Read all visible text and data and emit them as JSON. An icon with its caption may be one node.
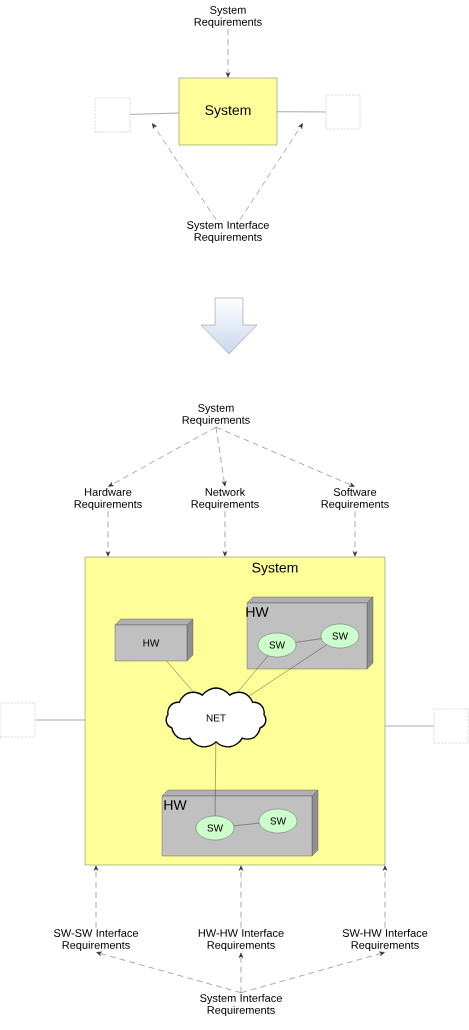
{
  "diagram": {
    "nodes": [
      {
        "text": [
          "System Requirements"
        ]
      },
      {
        "text": [
          "System"
        ]
      },
      {
        "text": [],
        "shape": "box"
      },
      {
        "text": [],
        "shape": "box"
      },
      {
        "text": [
          "System Interface Requirements"
        ]
      },
      {
        "text": [
          "System Requirements"
        ]
      },
      {
        "text": [
          "Hardware Requirements"
        ]
      },
      {
        "text": [
          "Network Requirements"
        ]
      },
      {
        "text": [
          "Software Requirements"
        ]
      },
      {
        "text": [
          "System"
        ]
      },
      {
        "text": [
          "HW"
        ],
        "in": 9
      },
      {
        "text": [
          "HW"
        ],
        "in": 9
      },
      {
        "text": [
          "SW"
        ],
        "in": 11
      },
      {
        "text": [
          "SW"
        ],
        "in": 11
      },
      {
        "text": [
          "NET"
        ],
        "in": 9
      },
      {
        "text": [
          "HW"
        ],
        "in": 9
      },
      {
        "text": [
          "SW"
        ],
        "in": 15
      },
      {
        "text": [
          "SW"
        ],
        "in": 15
      },
      {
        "text": [],
        "shape": "box"
      },
      {
        "text": [],
        "shape": "box"
      },
      {
        "text": [
          "SW-SW Interface Requirements"
        ]
      },
      {
        "text": [
          "HW-HW Interface Requirements"
        ]
      },
      {
        "text": [
          "SW-HW Interface Requirements"
        ]
      },
      {
        "text": [
          "System Interface Requirements"
        ]
      }
    ],
    "edges": [
      {
        "from": 0,
        "to": 1,
        "arrow": "to",
        "style": "dashed"
      },
      {
        "from": 1,
        "to": 2,
        "arrow": "none"
      },
      {
        "from": 1,
        "to": 3,
        "arrow": "none"
      },
      {
        "from": 4,
        "to": null,
        "arrow": "to",
        "style": "dashed"
      },
      {
        "from": 4,
        "to": null,
        "arrow": "to",
        "style": "dashed"
      },
      {
        "from": 5,
        "to": 6,
        "arrow": "to",
        "style": "dashed"
      },
      {
        "from": 5,
        "to": 7,
        "arrow": "to",
        "style": "dashed"
      },
      {
        "from": 5,
        "to": 8,
        "arrow": "to",
        "style": "dashed"
      },
      {
        "from": 6,
        "to": 9,
        "arrow": "to",
        "style": "dashed"
      },
      {
        "from": 7,
        "to": 9,
        "arrow": "to",
        "style": "dashed"
      },
      {
        "from": 8,
        "to": 9,
        "arrow": "to",
        "style": "dashed"
      },
      {
        "from": 10,
        "to": 14,
        "arrow": "none"
      },
      {
        "from": 12,
        "to": 13,
        "arrow": "none"
      },
      {
        "from": 12,
        "to": 14,
        "arrow": "none"
      },
      {
        "from": 13,
        "to": 14,
        "arrow": "none"
      },
      {
        "from": 14,
        "to": 16,
        "arrow": "none"
      },
      {
        "from": 16,
        "to": 17,
        "arrow": "none"
      },
      {
        "from": 18,
        "to": 9,
        "arrow": "none"
      },
      {
        "from": 9,
        "to": 19,
        "arrow": "none"
      },
      {
        "from": 20,
        "to": 9,
        "arrow": "to",
        "style": "dashed"
      },
      {
        "from": 21,
        "to": 9,
        "arrow": "to",
        "style": "dashed"
      },
      {
        "from": 22,
        "to": 9,
        "arrow": "to",
        "style": "dashed"
      },
      {
        "from": 23,
        "to": 20,
        "arrow": "to",
        "style": "dashed"
      },
      {
        "from": 23,
        "to": 21,
        "arrow": "to",
        "style": "dashed"
      },
      {
        "from": 23,
        "to": 22,
        "arrow": "to",
        "style": "dashed"
      }
    ]
  }
}
